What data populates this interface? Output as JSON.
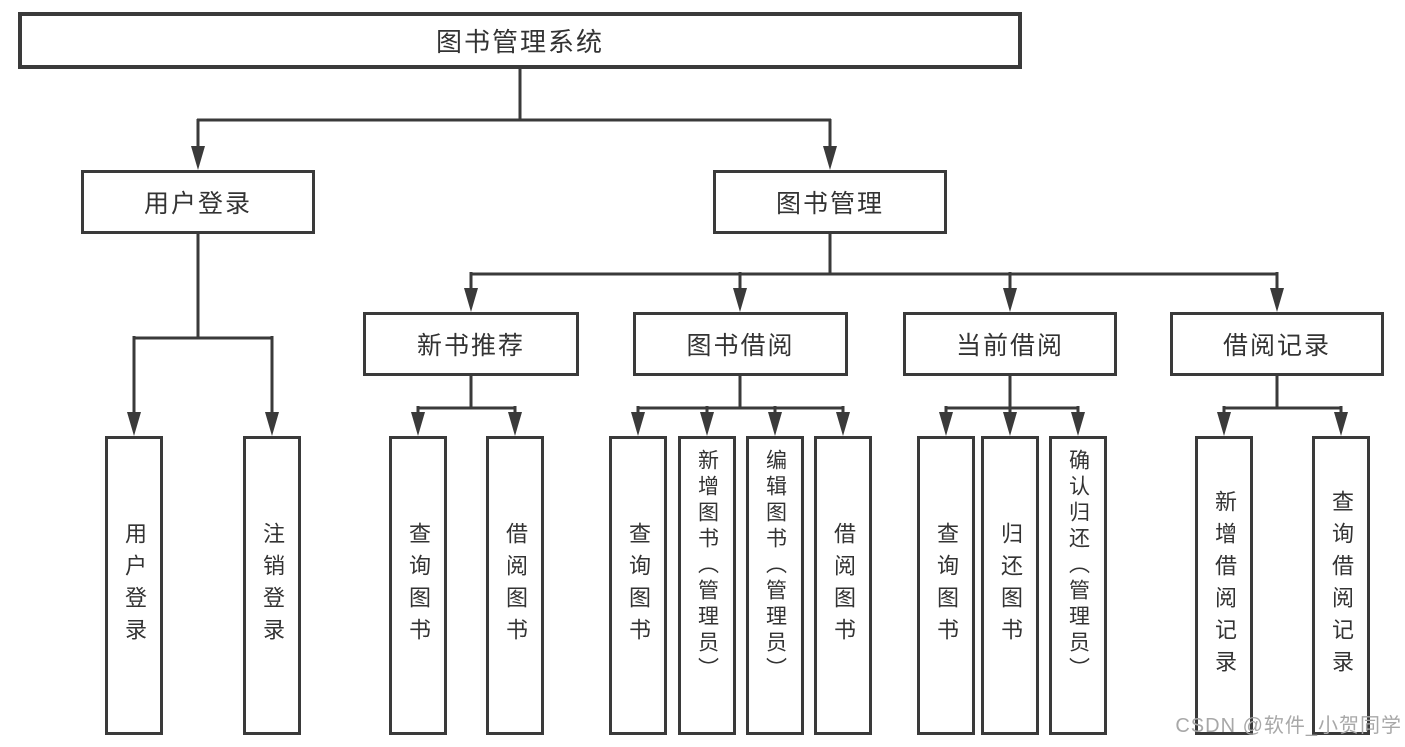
{
  "diagram": {
    "root": {
      "id": "library-management-system",
      "label": "图书管理系统"
    },
    "level2": [
      {
        "id": "user-login",
        "label": "用户登录",
        "parent": "图书管理系统"
      },
      {
        "id": "book-management",
        "label": "图书管理",
        "parent": "图书管理系统"
      }
    ],
    "level3": [
      {
        "id": "new-book-recommend",
        "label": "新书推荐",
        "parent": "图书管理"
      },
      {
        "id": "book-borrowing",
        "label": "图书借阅",
        "parent": "图书管理"
      },
      {
        "id": "current-borrowing",
        "label": "当前借阅",
        "parent": "图书管理"
      },
      {
        "id": "borrowing-records",
        "label": "借阅记录",
        "parent": "图书管理"
      }
    ],
    "leaves": [
      {
        "id": "user-login-action",
        "label": "用户登录",
        "parent": "用户登录"
      },
      {
        "id": "logout-action",
        "label": "注销登录",
        "parent": "用户登录"
      },
      {
        "id": "query-books-recommend",
        "label": "查询图书",
        "parent": "新书推荐"
      },
      {
        "id": "borrow-books-recommend",
        "label": "借阅图书",
        "parent": "新书推荐"
      },
      {
        "id": "query-books-borrowing",
        "label": "查询图书",
        "parent": "图书借阅"
      },
      {
        "id": "add-books-admin",
        "label": "新增图书（管理员）",
        "parent": "图书借阅"
      },
      {
        "id": "edit-books-admin",
        "label": "编辑图书（管理员）",
        "parent": "图书借阅"
      },
      {
        "id": "borrow-books-borrowing",
        "label": "借阅图书",
        "parent": "图书借阅"
      },
      {
        "id": "query-books-current",
        "label": "查询图书",
        "parent": "当前借阅"
      },
      {
        "id": "return-books",
        "label": "归还图书",
        "parent": "当前借阅"
      },
      {
        "id": "confirm-return-admin",
        "label": "确认归还（管理员）",
        "parent": "当前借阅"
      },
      {
        "id": "add-borrow-record",
        "label": "新增借阅记录",
        "parent": "借阅记录"
      },
      {
        "id": "query-borrow-record",
        "label": "查询借阅记录",
        "parent": "借阅记录"
      }
    ]
  },
  "watermark": {
    "text": "CSDN @软件_小贺同学"
  },
  "colors": {
    "line": "#3a3a3a",
    "box_border": "#3a3a3a",
    "text": "#333333",
    "background": "#ffffff",
    "watermark": "#a8a8a8"
  }
}
